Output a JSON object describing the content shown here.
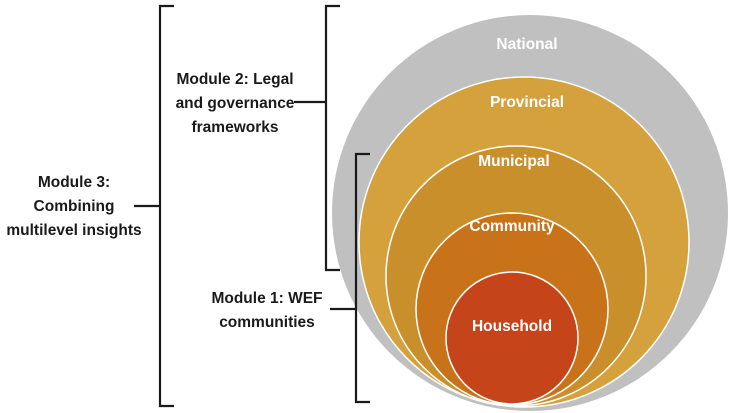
{
  "modules": {
    "module3": {
      "lines": [
        "Module 3:",
        "Combining",
        "multilevel insights"
      ]
    },
    "module2": {
      "lines": [
        "Module 2: Legal",
        "and governance",
        "frameworks"
      ]
    },
    "module1": {
      "lines": [
        "Module 1: WEF",
        "communities"
      ]
    }
  },
  "levels": [
    {
      "label": "National",
      "color": "#c0c0c0"
    },
    {
      "label": "Provincial",
      "color": "#d4a13c"
    },
    {
      "label": "Municipal",
      "color": "#c98f2a"
    },
    {
      "label": "Community",
      "color": "#c8731a"
    },
    {
      "label": "Household",
      "color": "#c5441a"
    }
  ]
}
